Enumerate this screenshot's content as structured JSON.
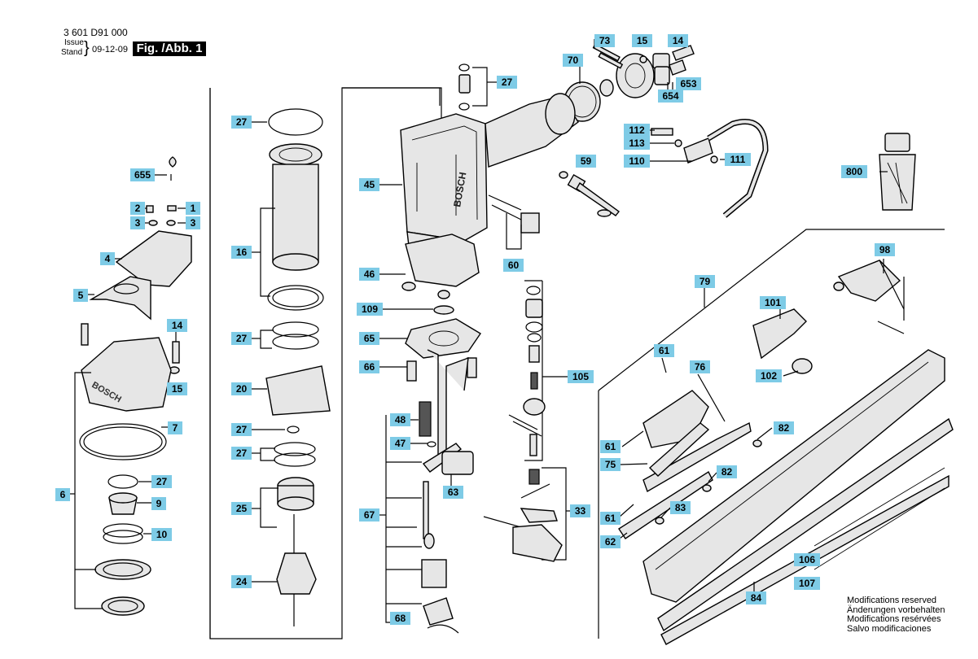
{
  "header": {
    "part_number": "3 601 D91 000",
    "issue_label": "Issue",
    "stand_label": "Stand",
    "date": "09-12-09",
    "figure": "Fig. /Abb. 1"
  },
  "notes": [
    "Modifications reserved",
    "Änderungen vorbehalten",
    "Modifications resérvées",
    "Salvo modificaciones"
  ],
  "colors": {
    "label_bg": "#7ecbe6",
    "line": "#000000",
    "part_fill": "#e6e6e6"
  },
  "callouts": [
    {
      "id": "c73",
      "text": "73"
    },
    {
      "id": "c15a",
      "text": "15"
    },
    {
      "id": "c14a",
      "text": "14"
    },
    {
      "id": "c70",
      "text": "70"
    },
    {
      "id": "c653",
      "text": "653"
    },
    {
      "id": "c654",
      "text": "654"
    },
    {
      "id": "c27a",
      "text": "27"
    },
    {
      "id": "c27b",
      "text": "27"
    },
    {
      "id": "c655",
      "text": "655"
    },
    {
      "id": "c2",
      "text": "2"
    },
    {
      "id": "c1",
      "text": "1"
    },
    {
      "id": "c3a",
      "text": "3"
    },
    {
      "id": "c3b",
      "text": "3"
    },
    {
      "id": "c4",
      "text": "4"
    },
    {
      "id": "c5",
      "text": "5"
    },
    {
      "id": "c14b",
      "text": "14"
    },
    {
      "id": "c15b",
      "text": "15"
    },
    {
      "id": "c7",
      "text": "7"
    },
    {
      "id": "c6",
      "text": "6"
    },
    {
      "id": "c27c",
      "text": "27"
    },
    {
      "id": "c9",
      "text": "9"
    },
    {
      "id": "c10",
      "text": "10"
    },
    {
      "id": "c16",
      "text": "16"
    },
    {
      "id": "c27d",
      "text": "27"
    },
    {
      "id": "c20",
      "text": "20"
    },
    {
      "id": "c27e",
      "text": "27"
    },
    {
      "id": "c27f",
      "text": "27"
    },
    {
      "id": "c25",
      "text": "25"
    },
    {
      "id": "c24",
      "text": "24"
    },
    {
      "id": "c45",
      "text": "45"
    },
    {
      "id": "c46",
      "text": "46"
    },
    {
      "id": "c109",
      "text": "109"
    },
    {
      "id": "c65",
      "text": "65"
    },
    {
      "id": "c66",
      "text": "66"
    },
    {
      "id": "c48",
      "text": "48"
    },
    {
      "id": "c47",
      "text": "47"
    },
    {
      "id": "c63",
      "text": "63"
    },
    {
      "id": "c67",
      "text": "67"
    },
    {
      "id": "c68",
      "text": "68"
    },
    {
      "id": "c59",
      "text": "59"
    },
    {
      "id": "c60",
      "text": "60"
    },
    {
      "id": "c105",
      "text": "105"
    },
    {
      "id": "c33",
      "text": "33"
    },
    {
      "id": "c112",
      "text": "112"
    },
    {
      "id": "c113",
      "text": "113"
    },
    {
      "id": "c110",
      "text": "110"
    },
    {
      "id": "c111",
      "text": "111"
    },
    {
      "id": "c800",
      "text": "800"
    },
    {
      "id": "c79",
      "text": "79"
    },
    {
      "id": "c98",
      "text": "98"
    },
    {
      "id": "c101",
      "text": "101"
    },
    {
      "id": "c102",
      "text": "102"
    },
    {
      "id": "c61a",
      "text": "61"
    },
    {
      "id": "c76",
      "text": "76"
    },
    {
      "id": "c61b",
      "text": "61"
    },
    {
      "id": "c75",
      "text": "75"
    },
    {
      "id": "c82a",
      "text": "82"
    },
    {
      "id": "c82b",
      "text": "82"
    },
    {
      "id": "c83",
      "text": "83"
    },
    {
      "id": "c61c",
      "text": "61"
    },
    {
      "id": "c62",
      "text": "62"
    },
    {
      "id": "c106",
      "text": "106"
    },
    {
      "id": "c107",
      "text": "107"
    },
    {
      "id": "c84",
      "text": "84"
    }
  ]
}
